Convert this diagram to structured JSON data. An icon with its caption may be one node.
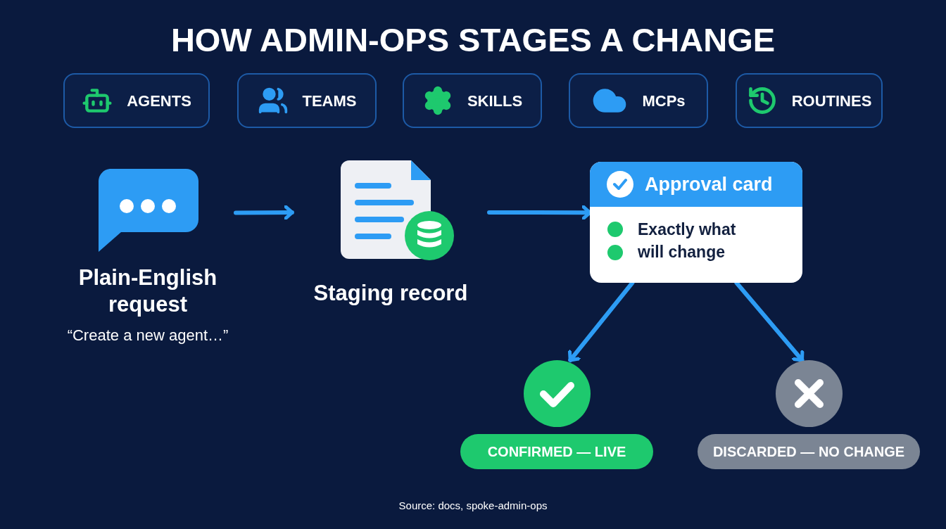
{
  "diagram": {
    "title": "HOW ADMIN-OPS STAGES A CHANGE",
    "nodes": [
      {
        "text": [
          "AGENTS"
        ]
      },
      {
        "text": [
          "TEAMS"
        ]
      },
      {
        "text": [
          "SKILLS"
        ]
      },
      {
        "text": [
          "MCPs"
        ]
      },
      {
        "text": [
          "ROUTINES"
        ]
      },
      {
        "text": [
          "Plain-English request",
          "“Create a new agent…”"
        ]
      },
      {
        "text": [
          "Staging record"
        ]
      },
      {
        "text": [
          "Approval card",
          "Exactly what will change"
        ]
      },
      {
        "text": [
          "CONFIRMED — LIVE"
        ]
      },
      {
        "text": [
          "DISCARDED — NO CHANGE"
        ]
      }
    ],
    "edges": [
      {
        "from": 5,
        "to": 6,
        "arrow": "to"
      },
      {
        "from": 6,
        "to": 7,
        "arrow": "to"
      },
      {
        "from": 7,
        "to": 8,
        "arrow": "to"
      },
      {
        "from": 7,
        "to": 9,
        "arrow": "to"
      }
    ],
    "labels": [
      "Source: docs, spoke-admin-ops"
    ]
  }
}
